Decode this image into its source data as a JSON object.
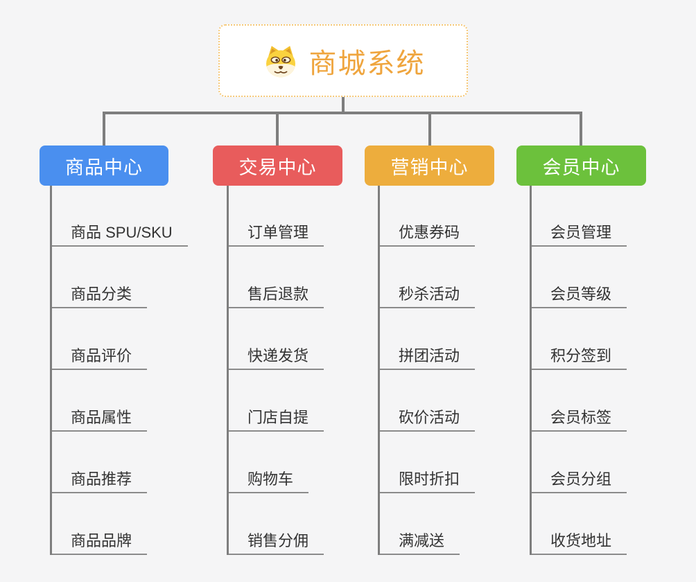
{
  "root": {
    "title": "商城系统",
    "icon": "dog-face-icon"
  },
  "branches": [
    {
      "label": "商品中心",
      "color": "#4a8fef",
      "children": [
        "商品 SPU/SKU",
        "商品分类",
        "商品评价",
        "商品属性",
        "商品推荐",
        "商品品牌"
      ]
    },
    {
      "label": "交易中心",
      "color": "#e85c5c",
      "children": [
        "订单管理",
        "售后退款",
        "快递发货",
        "门店自提",
        "购物车",
        "销售分佣"
      ]
    },
    {
      "label": "营销中心",
      "color": "#edad3d",
      "children": [
        "优惠券码",
        "秒杀活动",
        "拼团活动",
        "砍价活动",
        "限时折扣",
        "满减送"
      ]
    },
    {
      "label": "会员中心",
      "color": "#6cc13c",
      "children": [
        "会员管理",
        "会员等级",
        "积分签到",
        "会员标签",
        "会员分组",
        "收货地址"
      ]
    }
  ],
  "colors": {
    "title": "#efa53e",
    "root_border": "#f6c877",
    "connector": "#7e7e7e",
    "underline": "#8b8b8b",
    "item_text": "#333333",
    "node_text": "#ffffff",
    "background": "#f5f5f6"
  }
}
